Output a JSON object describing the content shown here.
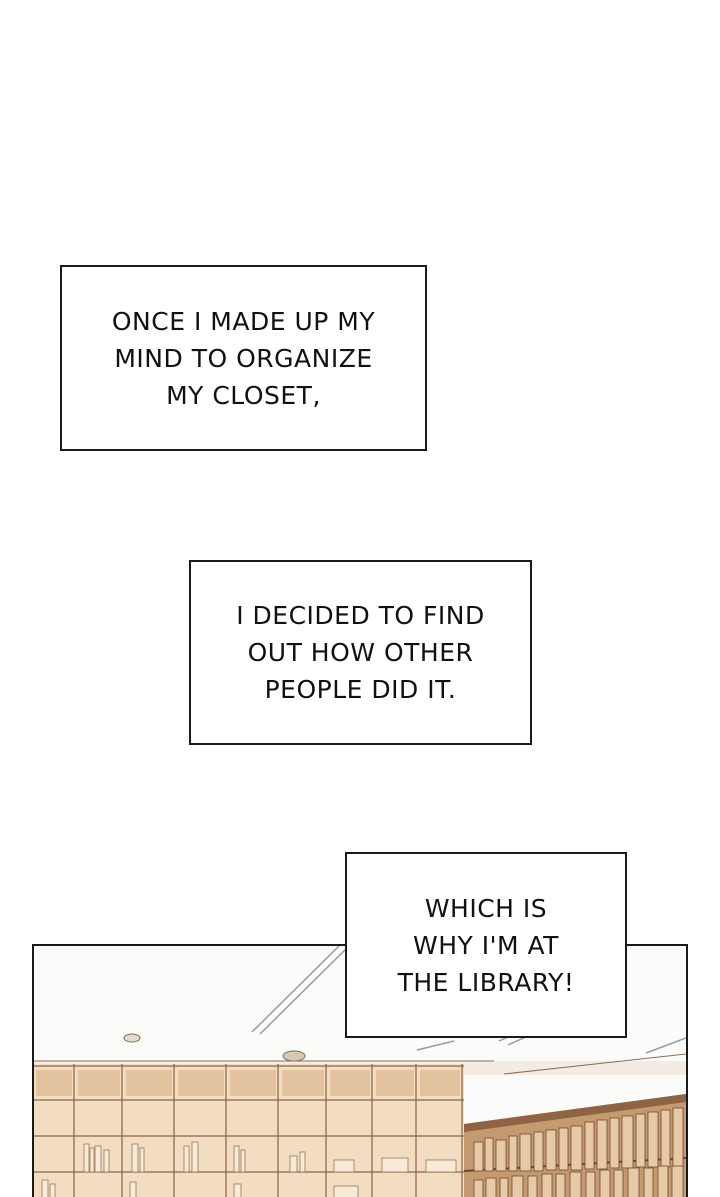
{
  "captions": [
    {
      "text": "ONCE I MADE UP MY\nMIND TO ORGANIZE\nMY CLOSET,"
    },
    {
      "text": "I DECIDED TO FIND\nOUT HOW OTHER\nPEOPLE DID IT."
    },
    {
      "text": "WHICH IS\nWHY I'M AT\nTHE LIBRARY!"
    }
  ],
  "panel": {
    "scene": "library-interior",
    "colors": {
      "shelf_light": "#f0d9bd",
      "shelf_dark": "#b88a5e",
      "book": "#ead2b4",
      "line": "#6b4a32",
      "ceiling": "#fbfbfa"
    }
  }
}
